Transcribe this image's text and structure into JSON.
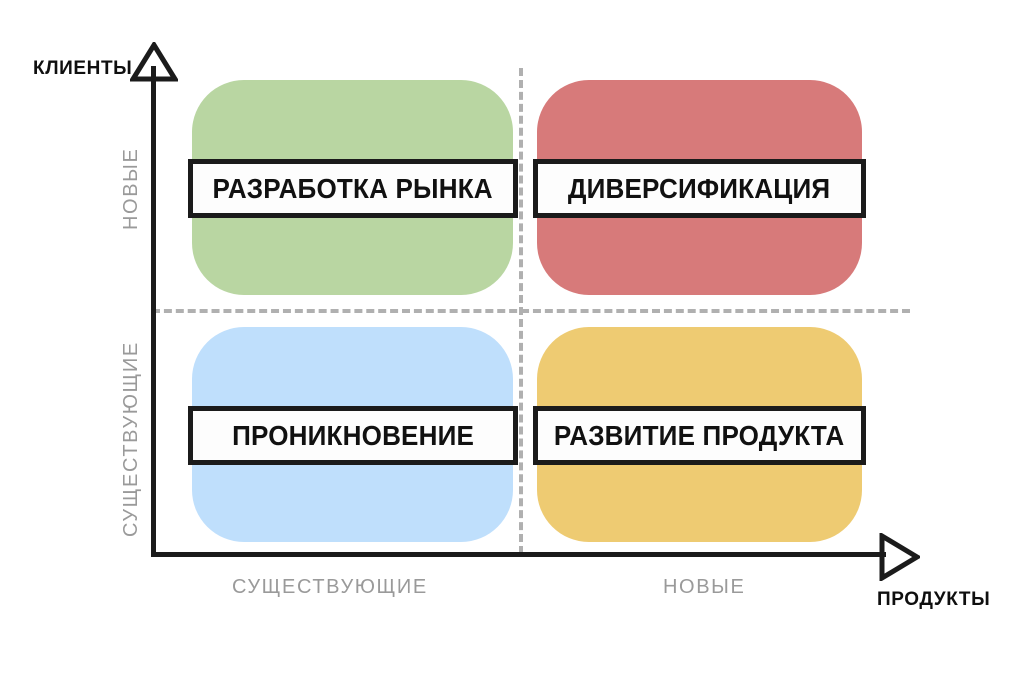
{
  "diagram": {
    "type": "ansoff-matrix",
    "axes": {
      "y": {
        "title": "КЛИЕНТЫ",
        "arrow_icon": "arrow-up-icon",
        "categories": [
          {
            "key": "new",
            "label": "НОВЫЕ"
          },
          {
            "key": "existing",
            "label": "СУЩЕСТВУЮЩИЕ"
          }
        ]
      },
      "x": {
        "title": "ПРОДУКТЫ",
        "arrow_icon": "arrow-right-icon",
        "categories": [
          {
            "key": "existing",
            "label": "СУЩЕСТВУЮЩИЕ"
          },
          {
            "key": "new",
            "label": "НОВЫЕ"
          }
        ]
      }
    },
    "quadrants": [
      {
        "key": "market-development",
        "label": "РАЗРАБОТКА РЫНКА",
        "color": "#b9d6a2",
        "customers": "НОВЫЕ",
        "products": "СУЩЕСТВУЮЩИЕ"
      },
      {
        "key": "diversification",
        "label": "ДИВЕРСИФИКАЦИЯ",
        "color": "#d77a7a",
        "customers": "НОВЫЕ",
        "products": "НОВЫЕ"
      },
      {
        "key": "penetration",
        "label": "ПРОНИКНОВЕНИЕ",
        "color": "#bfdffc",
        "customers": "СУЩЕСТВУЮЩИЕ",
        "products": "СУЩЕСТВУЮЩИЕ"
      },
      {
        "key": "product-development",
        "label": "РАЗВИТИЕ ПРОДУКТА",
        "color": "#eecb72",
        "customers": "СУЩЕСТВУЮЩИЕ",
        "products": "НОВЫЕ"
      }
    ],
    "colors": {
      "axis": "#1b1b1b",
      "divider": "#b0b0b0",
      "tick_text": "#9a9a9a",
      "label_text": "#111111",
      "label_box_bg": "#fdfdfd",
      "background": "#ffffff"
    }
  }
}
